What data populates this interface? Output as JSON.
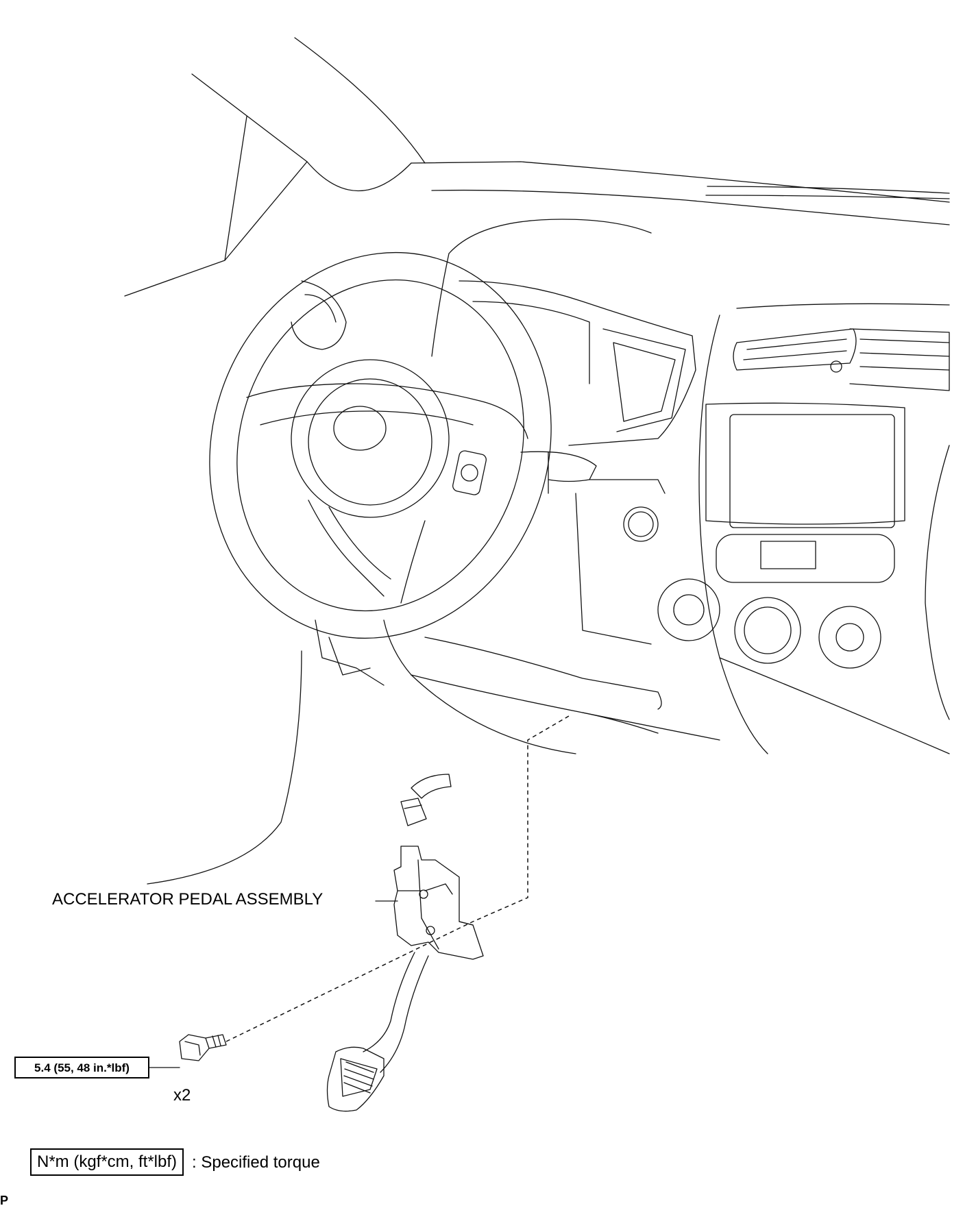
{
  "callouts": {
    "pedal_assembly": "ACCELERATOR PEDAL ASSEMBLY",
    "bolt_torque": "5.4 (55, 48 in.*lbf)",
    "bolt_quantity": "x2"
  },
  "legend": {
    "symbol": "N*m (kgf*cm, ft*lbf)",
    "description": ": Specified torque"
  },
  "corner_mark": "P"
}
